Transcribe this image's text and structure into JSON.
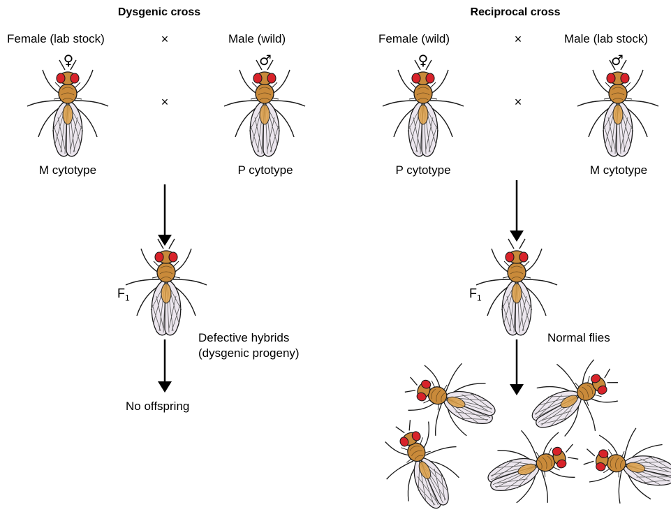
{
  "dysgenic": {
    "title": "Dysgenic cross",
    "female_label": "Female (lab stock)",
    "male_label": "Male (wild)",
    "cross_symbol": "×",
    "female_symbol": "♀",
    "male_symbol": "♂",
    "female_cytotype": "M cytotype",
    "male_cytotype": "P cytotype",
    "f1_letter": "F",
    "f1_sub": "1",
    "result_line1": "Defective hybrids",
    "result_line2": "(dysgenic progeny)",
    "outcome": "No offspring"
  },
  "reciprocal": {
    "title": "Reciprocal cross",
    "female_label": "Female (wild)",
    "male_label": "Male (lab stock)",
    "cross_symbol": "×",
    "female_symbol": "♀",
    "male_symbol": "♂",
    "female_cytotype": "P cytotype",
    "male_cytotype": "M cytotype",
    "f1_letter": "F",
    "f1_sub": "1",
    "result": "Normal flies"
  },
  "colors": {
    "eye": "#d8232a",
    "thorax": "#c98a3a",
    "abdomen": "#e0a24a",
    "wing": "#ece6ee",
    "outline": "#1a1a1a"
  }
}
